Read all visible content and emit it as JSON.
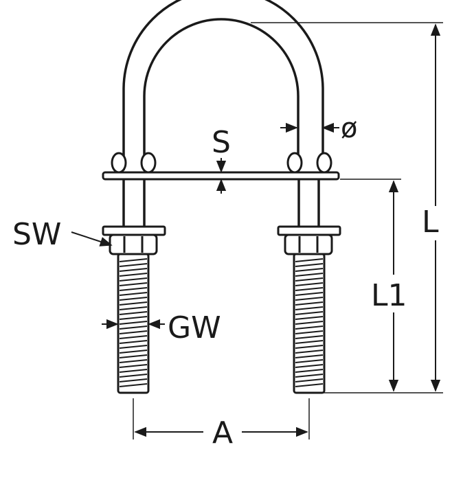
{
  "diagram": {
    "labels": {
      "s": "S",
      "diameter": "ø",
      "sw": "SW",
      "gw": "GW",
      "l": "L",
      "l1": "L1",
      "a": "A"
    },
    "colors": {
      "line": "#1a1a1a",
      "background": "#ffffff"
    }
  }
}
